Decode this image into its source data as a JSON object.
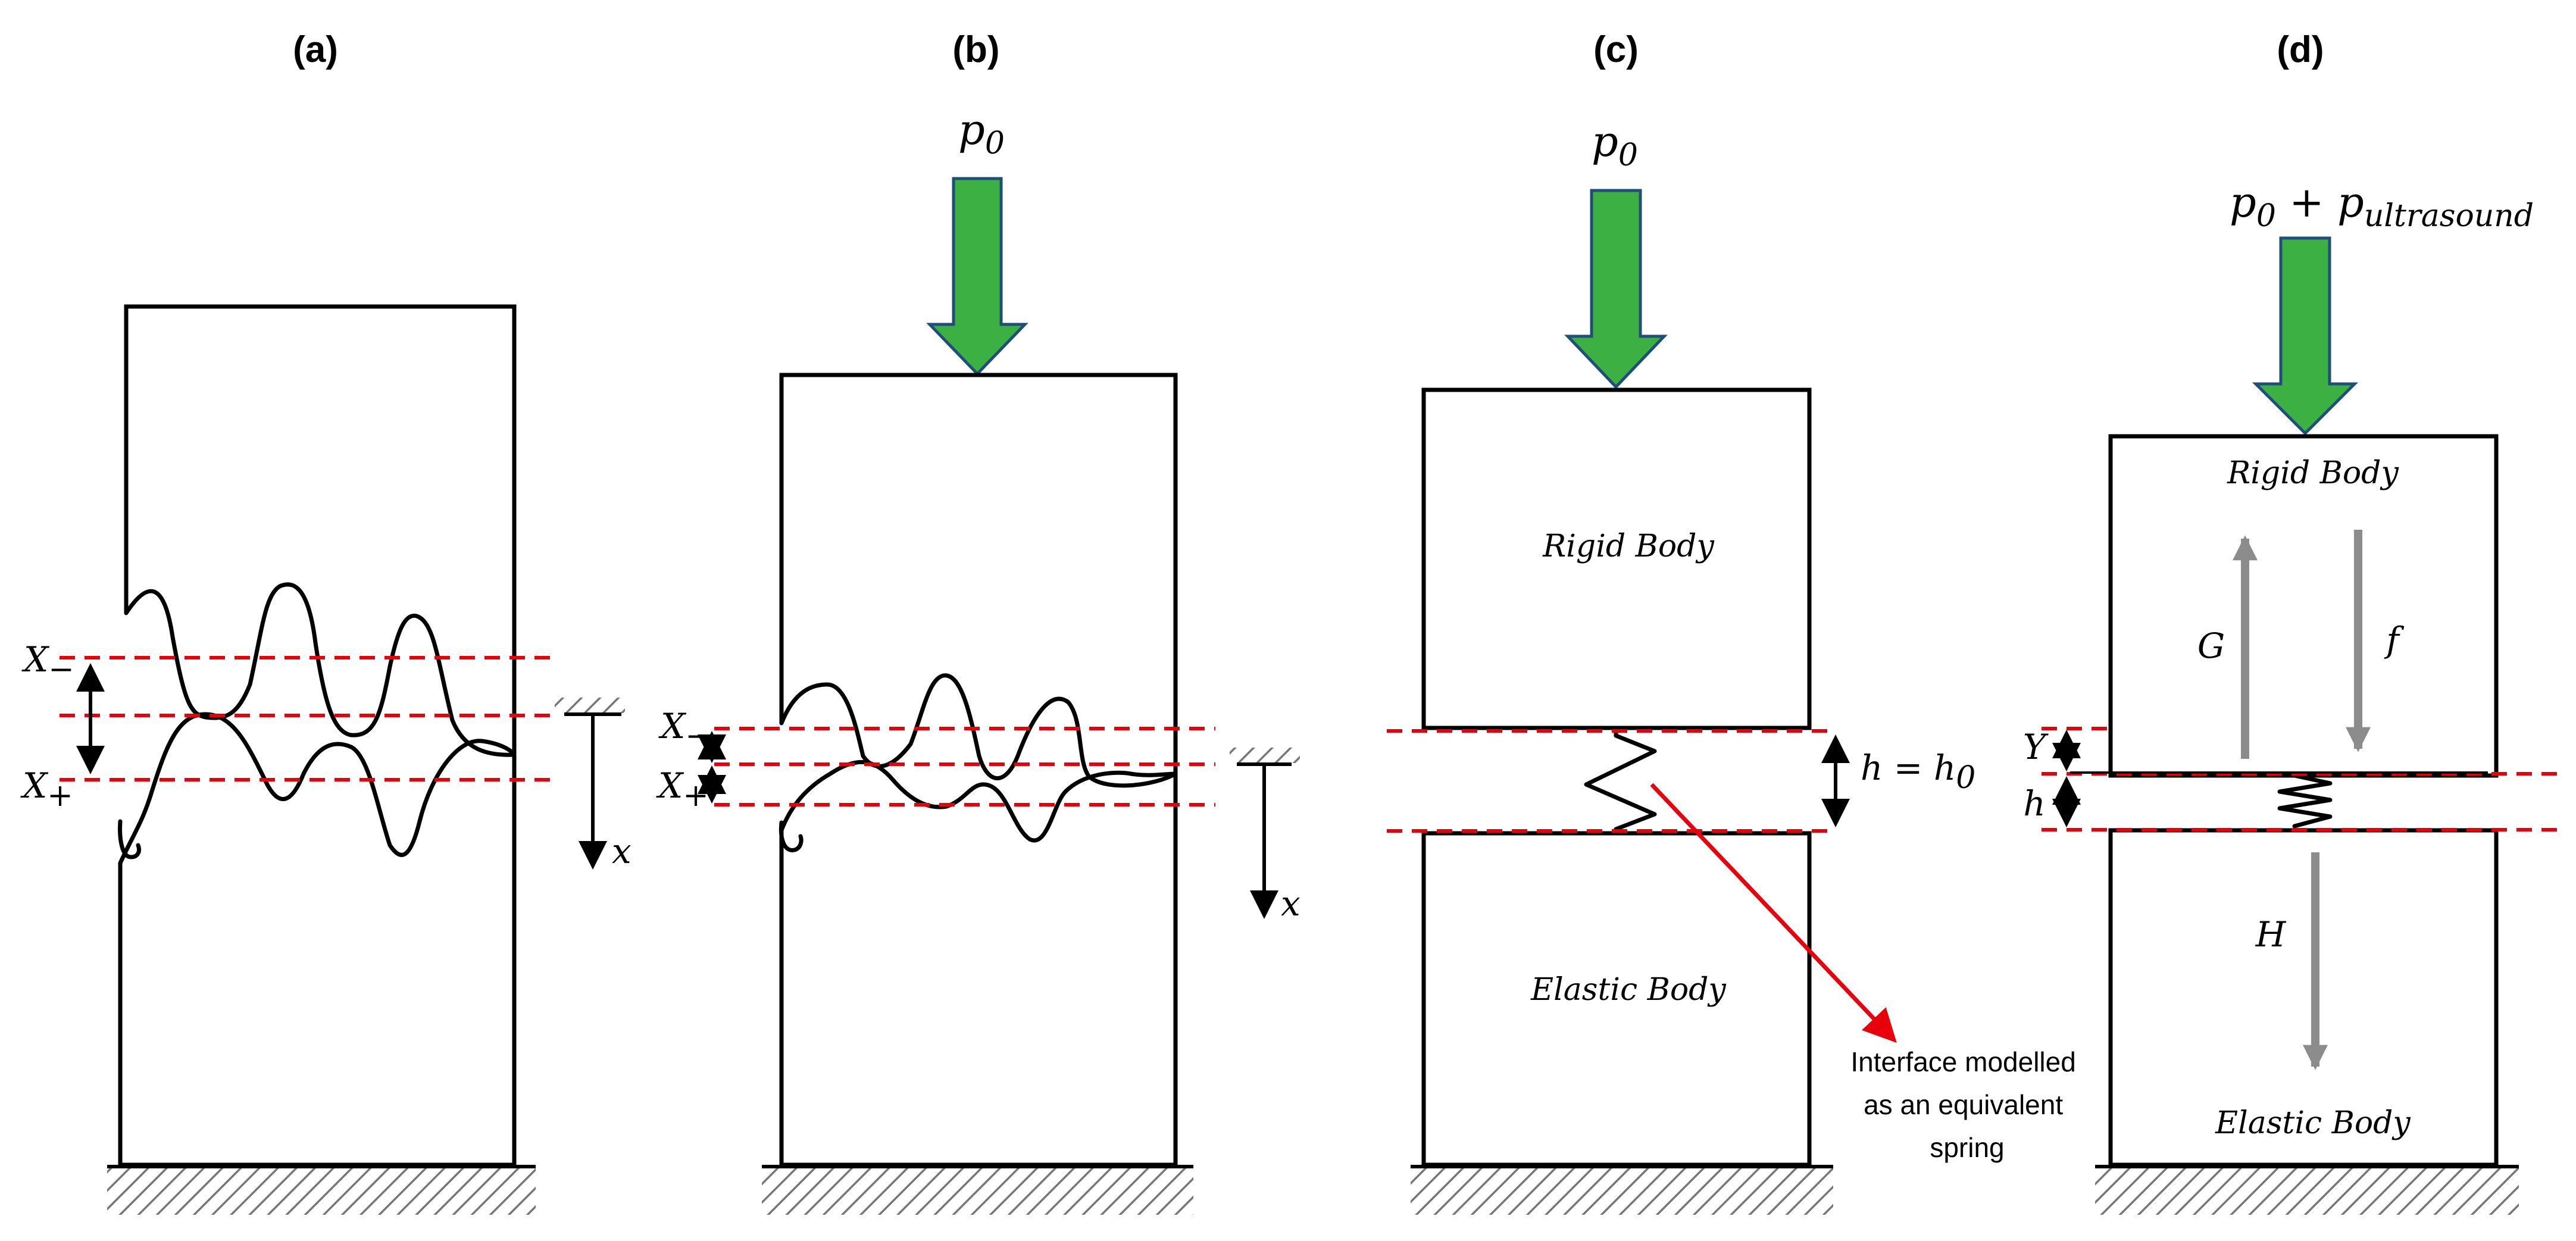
{
  "panels": [
    {
      "label": "(a)",
      "x_minus": "X",
      "x_minus_sub": "−",
      "x_plus": "X",
      "x_plus_sub": "+",
      "axis_label": "x"
    },
    {
      "label": "(b)",
      "load": "p",
      "load_sub": "0",
      "x_minus": "X",
      "x_minus_sub": "−",
      "x_plus": "X",
      "x_plus_sub": "+",
      "axis_label": "x"
    },
    {
      "label": "(c)",
      "load": "p",
      "load_sub": "0",
      "top_body": "Rigid Body",
      "bottom_body": "Elastic Body",
      "gap_label": "h = h",
      "gap_label_sub": "0",
      "note_lines": [
        "Interface modelled",
        "as an equivalent",
        "spring"
      ]
    },
    {
      "label": "(d)",
      "load": "p",
      "load_sub": "0",
      "load_plus": " + p",
      "load_plus_sub": "ultrasound",
      "top_body": "Rigid Body",
      "bottom_body": "Elastic Body",
      "y_label": "Y",
      "h_label": "h",
      "g_label": "G",
      "f_label": "f",
      "h_big_label": "H"
    }
  ],
  "colors": {
    "dashed_line": "#e8000b",
    "load_arrow": "#3cb043",
    "load_arrow_outline": "#1f4e79",
    "force_arrow": "#8c8c8c",
    "pointer": "#e8000b"
  }
}
